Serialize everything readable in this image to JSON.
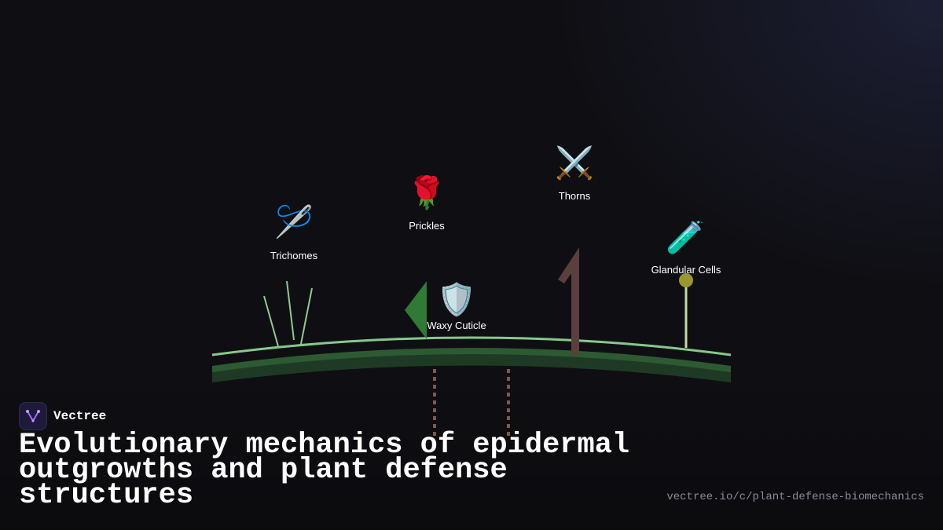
{
  "diagram": {
    "structures": [
      {
        "id": "trichomes",
        "label": "Trichomes",
        "icon": "needle-thread-icon",
        "glyph": "🪡"
      },
      {
        "id": "prickles",
        "label": "Prickles",
        "icon": "rose-icon",
        "glyph": "🌹"
      },
      {
        "id": "waxy-cuticle",
        "label": "Waxy Cuticle",
        "icon": "shield-icon",
        "glyph": "🛡️"
      },
      {
        "id": "thorns",
        "label": "Thorns",
        "icon": "crossed-swords-icon",
        "glyph": "⚔️"
      },
      {
        "id": "glandular-cells",
        "label": "Glandular Cells",
        "icon": "test-tube-icon",
        "glyph": "🧪"
      }
    ],
    "colors": {
      "epidermis_line": "#86c98a",
      "epidermis_band": "#2d5a32",
      "trichome": "#8fc98f",
      "prickle": "#2f7a35",
      "thorn": "#5a3f3c",
      "gland_stalk": "#c5d9a0",
      "gland_head": "#9a9630",
      "vascular": "#7a5a55"
    }
  },
  "brand": {
    "name": "Vectree",
    "icon": "vectree-logo-icon"
  },
  "title": "Evolutionary mechanics of epidermal outgrowths and plant defense structures",
  "url": "vectree.io/c/plant-defense-biomechanics"
}
